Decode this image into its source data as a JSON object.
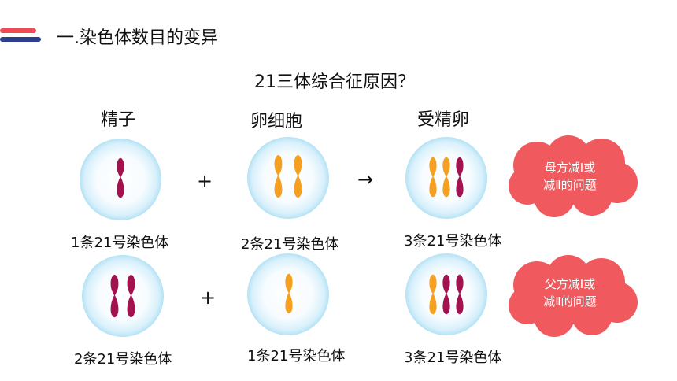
{
  "header": {
    "title": "一.染色体数目的变异",
    "accent_colors": [
      "#ef4b55",
      "#2a3f8f"
    ]
  },
  "question": "21三体综合征原因？",
  "columns": {
    "sperm": "精子",
    "egg": "卵细胞",
    "zygote": "受精卵"
  },
  "rows": [
    {
      "sperm_count": "1条21号染色体",
      "egg_count": "2条21号染色体",
      "zygote_count": "3条21号染色体",
      "op1": "+",
      "op2": "→",
      "cause": [
        "母方减Ⅰ或",
        "减Ⅱ的问题"
      ]
    },
    {
      "sperm_count": "2条21号染色体",
      "egg_count": "1条21号染色体",
      "zygote_count": "3条21号染色体",
      "op1": "+",
      "cause": [
        "父方减Ⅰ或",
        "减Ⅱ的问题"
      ]
    }
  ],
  "colors": {
    "paternal_chromosome": "#a3124f",
    "maternal_chromosome": "#f5a020",
    "cloud": "#f05a5f"
  },
  "icons": {
    "cell": "cell-circle-icon",
    "chromosome": "chromosome-icon",
    "cloud": "cloud-callout-icon"
  }
}
